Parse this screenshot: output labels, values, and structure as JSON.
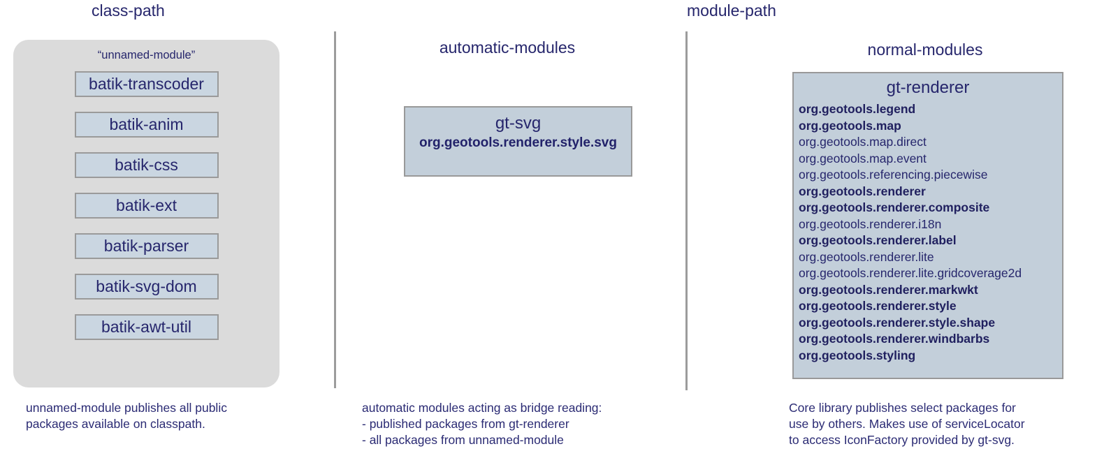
{
  "headings": {
    "class_path": "class-path",
    "module_path": "module-path",
    "automatic_modules": "automatic-modules",
    "normal_modules": "normal-modules"
  },
  "class_path": {
    "container_label": "“unnamed-module”",
    "modules": [
      "batik-transcoder",
      "batik-anim",
      "batik-css",
      "batik-ext",
      "batik-parser",
      "batik-svg-dom",
      "batik-awt-util"
    ],
    "caption_lines": [
      "unnamed-module publishes all public",
      "packages available on classpath."
    ]
  },
  "automatic_modules": {
    "module_name": "gt-svg",
    "module_package": "org.geotools.renderer.style.svg",
    "caption_lines": [
      "automatic modules acting as bridge reading:",
      "- published packages from gt-renderer",
      "- all packages from unnamed-module"
    ]
  },
  "normal_modules": {
    "module_name": "gt-renderer",
    "packages": [
      {
        "name": "org.geotools.legend",
        "bold": true
      },
      {
        "name": "org.geotools.map",
        "bold": true
      },
      {
        "name": "org.geotools.map.direct",
        "bold": false
      },
      {
        "name": "org.geotools.map.event",
        "bold": false
      },
      {
        "name": "org.geotools.referencing.piecewise",
        "bold": false
      },
      {
        "name": "org.geotools.renderer",
        "bold": true
      },
      {
        "name": "org.geotools.renderer.composite",
        "bold": true
      },
      {
        "name": "org.geotools.renderer.i18n",
        "bold": false
      },
      {
        "name": "org.geotools.renderer.label",
        "bold": true
      },
      {
        "name": "org.geotools.renderer.lite",
        "bold": false
      },
      {
        "name": "org.geotools.renderer.lite.gridcoverage2d",
        "bold": false
      },
      {
        "name": "org.geotools.renderer.markwkt",
        "bold": true
      },
      {
        "name": "org.geotools.renderer.style",
        "bold": true
      },
      {
        "name": "org.geotools.renderer.style.shape",
        "bold": true
      },
      {
        "name": "org.geotools.renderer.windbarbs",
        "bold": true
      },
      {
        "name": "org.geotools.styling",
        "bold": true
      }
    ],
    "caption_lines": [
      "Core library publishes select packages for",
      "use by others. Makes use of serviceLocator",
      "to access IconFactory provided by gt-svg."
    ]
  },
  "colors": {
    "text_navy": "#26266c",
    "batik_box_fill": "#cad6e1",
    "gt_box_fill": "#c3cfda",
    "box_border": "#999999",
    "container_fill": "#dbdbdb",
    "divider_gray": "#9c9c9c",
    "background": "#ffffff"
  }
}
